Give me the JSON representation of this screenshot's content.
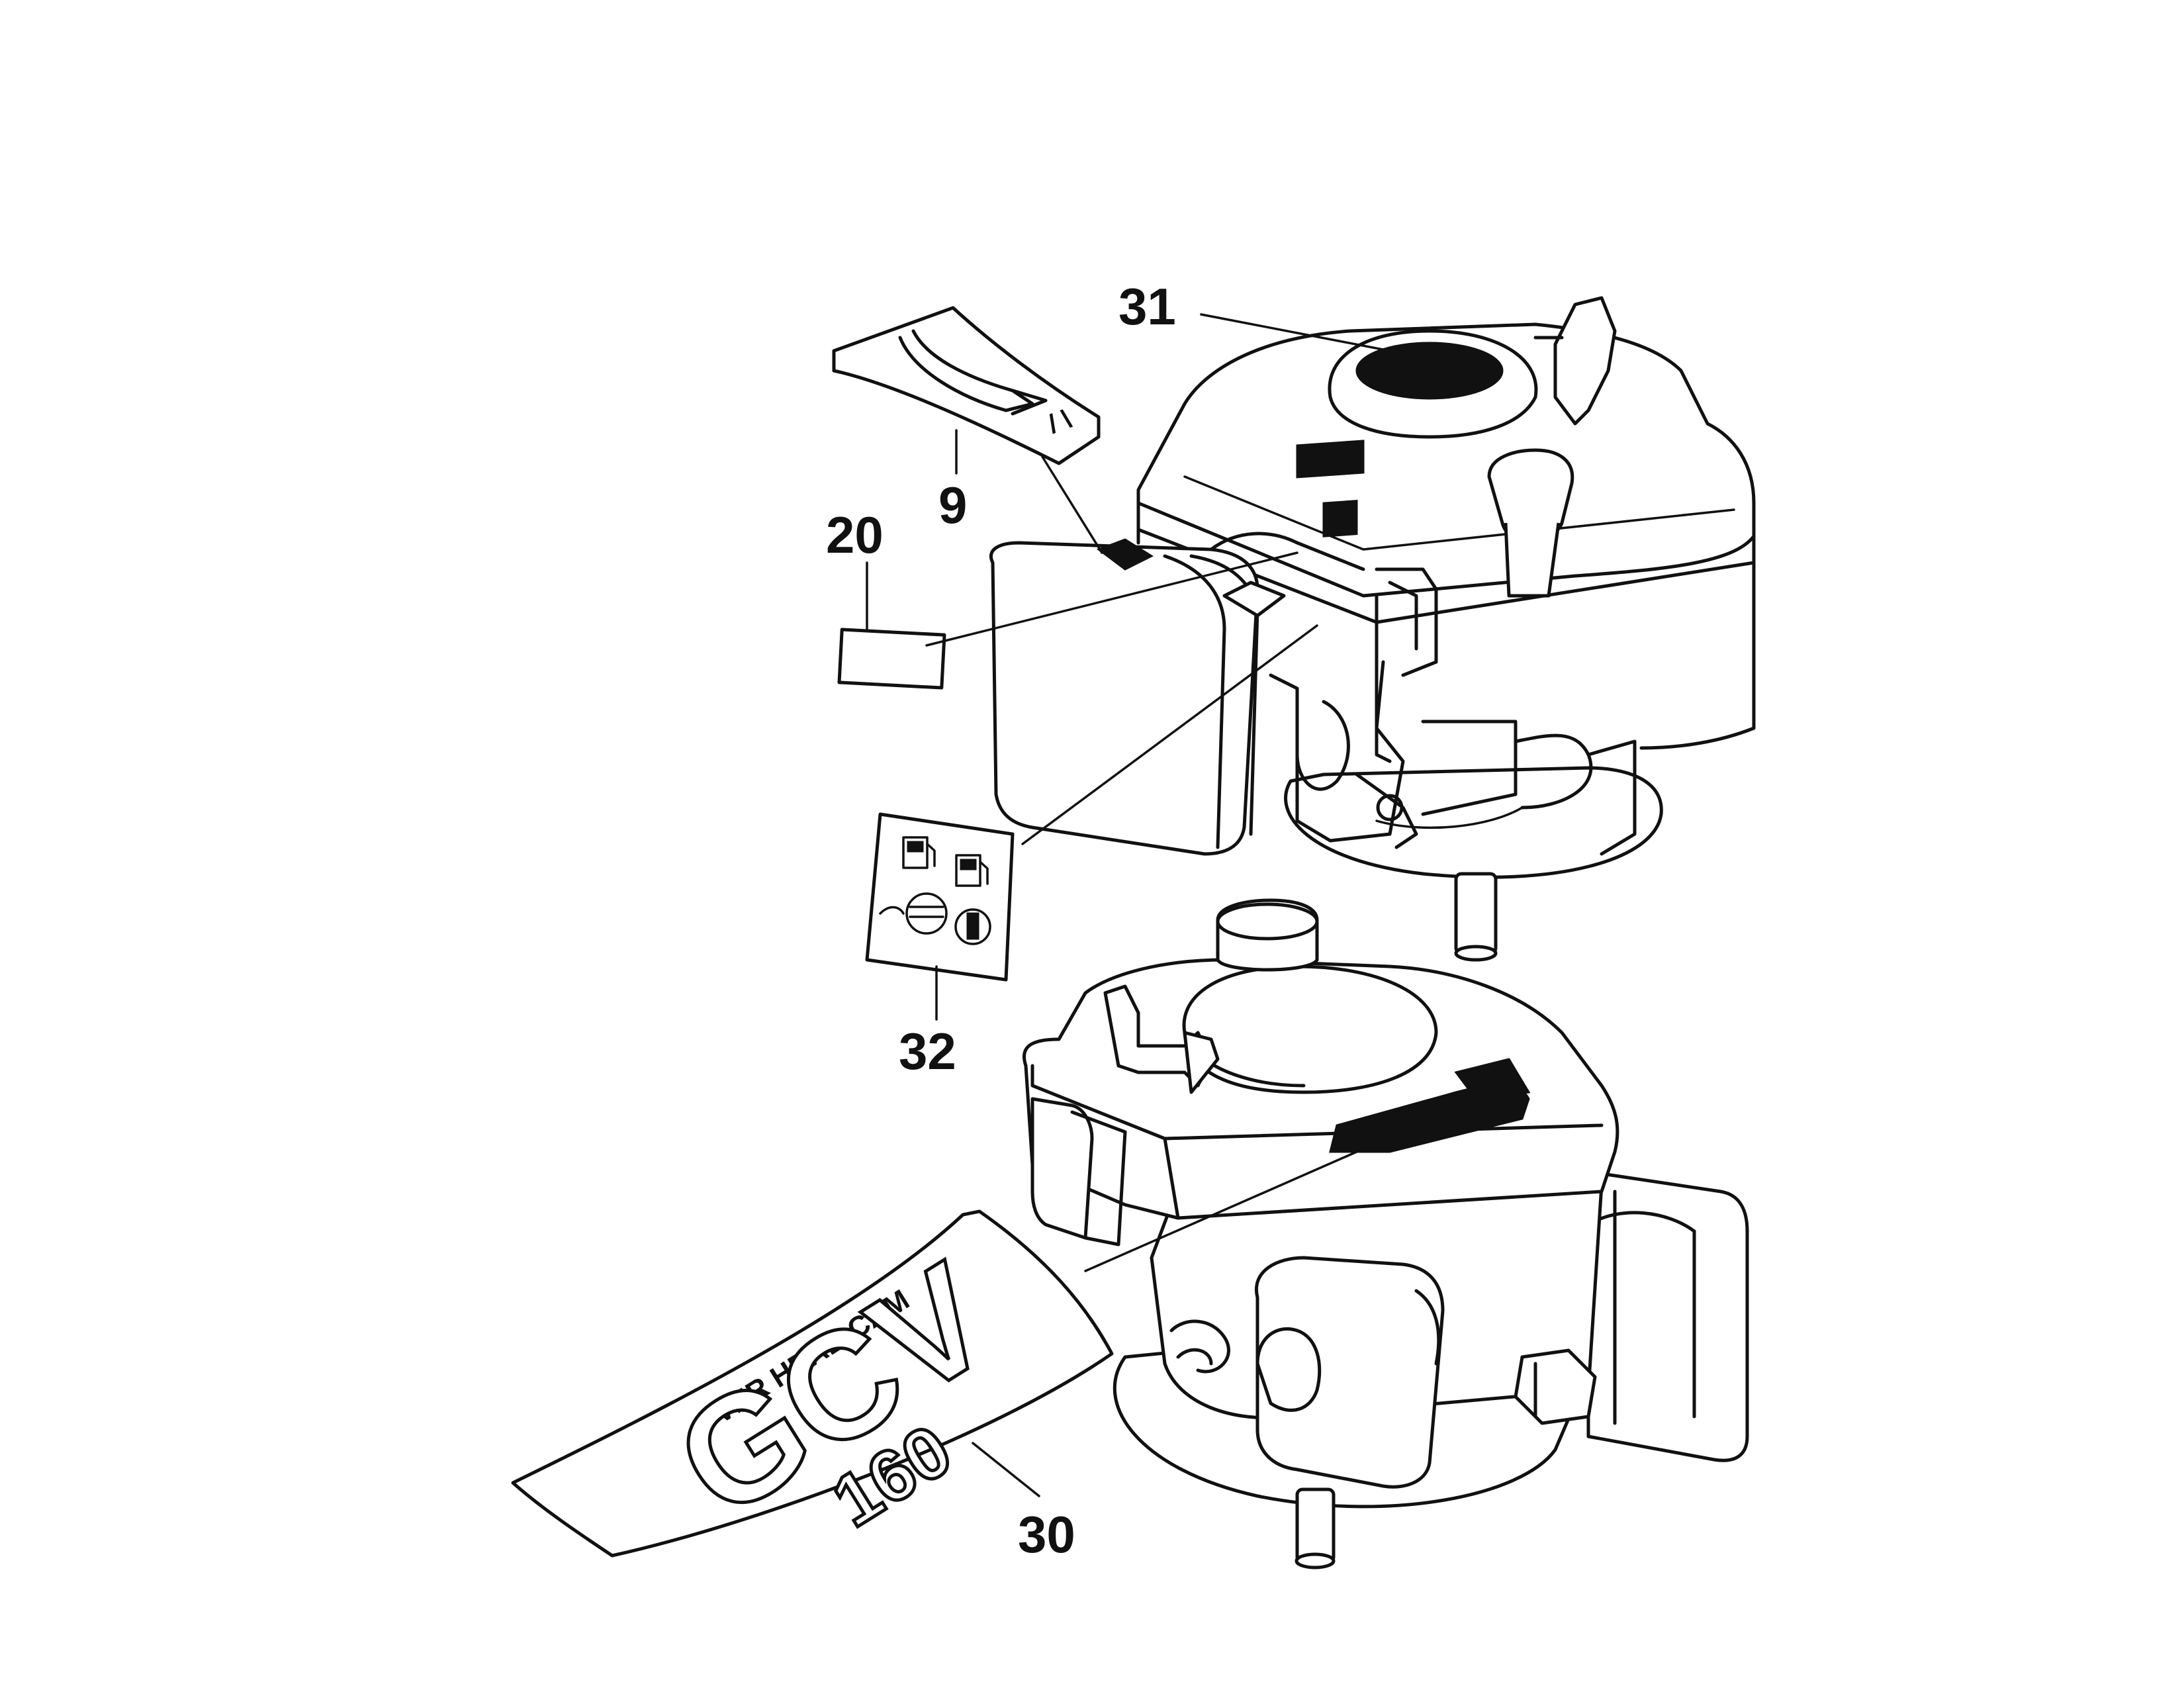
{
  "callouts": {
    "c31": "31",
    "c9": "9",
    "c20": "20",
    "c32": "32",
    "c30": "30"
  },
  "decal_9": {
    "marker": "/ \\"
  },
  "decal_30": {
    "top_text": "OVER HEAD CAM",
    "model": "GCV",
    "displacement": "160"
  }
}
